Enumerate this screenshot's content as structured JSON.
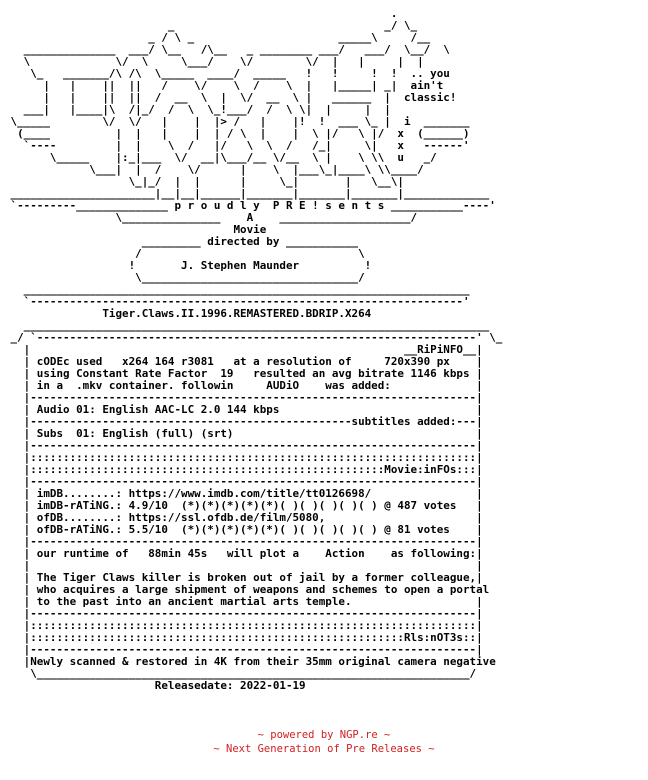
{
  "nfo_lines": [
    "                                                           .   ",
    "                         _                                _/ \\_   ",
    "                      _ / \\ _                      _____\\     /__  ",
    "   ______________  ___/ \\__   /\\__   _ ________ ___/   ___/  \\__/  \\  ",
    "   \\             \\/  \\     \\___/    \\/        \\/  |   |     |  |    ",
    "    \\_   _______/\\ /\\  \\_____  ____/  _____   !   !     !  !  .. you",
    "      |   |    ||  ||   /    \\/    \\  /    \\  |   |_____| _|  ain't",
    "      |   |    ||  ||  /  __  \\  |  \\/  __  \\ |   ______  |  classic!",
    "   ___|   |____|\\  /|_/  /  \\  \\_!___/  /  \\ \\|  |     |  |    ",
    " \\_____        \\/  \\/   |    |  |> /   |    |!  !  ___ \\_ |  i  _______",
    "  (____          |  |   |    |  | / \\  |    |  \\ |/   \\ |/  x  (______)",
    "   `----         |  |    \\  /   |/   \\  \\  /   /_|     \\|   x   ------'",
    "       \\_____    |:_|___  \\/  __|\\___/__ \\/__  \\ |    \\ \\\\  u   _/",
    "             \\___|  |  /    \\/      |    \\  |___\\_|____\\ \\\\____/",
    "                   \\_|_/  |  |      |     \\_|       |   \\__\\|  ",
    " ______________________|__|__|______|_______|_______|_______|_____________",
    " `---------______________ p r o u d l y  P R E ! s e n t s ___________----'",
    "                 \\_______________    A    ____________________/",
    "                                   Movie",
    "                     _________ directed by ___________",
    "                    /                                 \\",
    "                   !       J. Stephen Maunder          !",
    "                    \\_________________________________/",
    "   ____________________________________________________________________",
    "   `------------------------------------------------------------------'",
    "               Tiger.Claws.II.1996.REMASTERED.BDRIP.X264",
    "   _______________________________________________________________________",
    " _/ `-------------------------------------------------------------------' \\_",
    "   |                                                         __RiPiNFO__|",
    "   | cODEc used   x264 164 r3081   at a resolution of     720x390 px    |",
    "   | using Constant Rate Factor  19   resulted an avg bitrate 1146 kbps |",
    "   | in a  .mkv container. followin     AUDiO    was added:             |",
    "   |--------------------------------------------------------------------|",
    "   | Audio 01: English AAC-LC 2.0 144 kbps                              |",
    "   |-------------------------------------------------subtitles added:---|",
    "   | Subs  01: English (full) (srt)                                     |",
    "   |--------------------------------------------------------------------|",
    "   |::::::::::::::::::::::::::::::::::::::::::::::::::::::::::::::::::::|",
    "   |::::::::::::::::::::::::::::::::::::::::::::::::::::::Movie:inFOs:::|",
    "   |--------------------------------------------------------------------|",
    "   | imDB........: https://www.imdb.com/title/tt0126698/                |",
    "   | imDB-rATiNG.: 4.9/10  (*)(*)(*)(*)(*)( )( )( )( )( ) @ 487 votes   |",
    "   | ofDB........: https://ssl.ofdb.de/film/5080,                       |",
    "   | ofDB-rATiNG.: 5.5/10  (*)(*)(*)(*)(*)( )( )( )( )( ) @ 81 votes    |",
    "   |--------------------------------------------------------------------|",
    "   | our runtime of   88min 45s   will plot a    Action    as following:|",
    "   |                                                                    |",
    "   | The Tiger Claws killer is broken out of jail by a former colleague,|",
    "   | who acquires a large shipment of weapons and schemes to open a portal",
    "   | to the past into an ancient martial arts temple.                   |",
    "   |--------------------------------------------------------------------|",
    "   |::::::::::::::::::::::::::::::::::::::::::::::::::::::::::::::::::::|",
    "   |:::::::::::::::::::::::::::::::::::::::::::::::::::::::::Rls:nOT3s::|",
    "   |--------------------------------------------------------------------|",
    "   |Newly scanned & restored in 4K from their 35mm original camera negative",
    "    \\__________________________________________________________________/",
    "                       Releasedate: 2022-01-19"
  ],
  "footer": {
    "line1": "~ powered by NGP.re ~",
    "line2": "~ Next Generation of Pre Releases ~",
    "color": "#d12020"
  }
}
